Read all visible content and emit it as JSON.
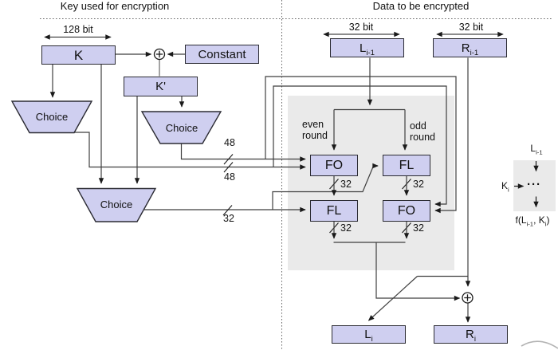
{
  "headers": {
    "left": "Key used for encryption",
    "right": "Data to be encrypted"
  },
  "measurements": {
    "key_width": "128 bit",
    "left_width": "32 bit",
    "right_width": "32 bit"
  },
  "key_schedule": {
    "k": "K",
    "constant": "Constant",
    "k_prime": "K'",
    "choice": "Choice",
    "ko_bits": "48",
    "ki_bits": "48",
    "kl_bits": "32"
  },
  "round_function": {
    "even_word1": "even",
    "even_word2": "round",
    "odd_word1": "odd",
    "odd_word2": "round",
    "fo": "FO",
    "fl": "FL",
    "bus32": "32"
  },
  "registers": {
    "l_in": {
      "main": "L",
      "sub": "i-1"
    },
    "r_in": {
      "main": "R",
      "sub": "i-1"
    },
    "l_out": {
      "main": "L",
      "sub": "i"
    },
    "r_out": {
      "main": "R",
      "sub": "i"
    }
  },
  "legend": {
    "input": {
      "main": "L",
      "sub": "i-1"
    },
    "key": {
      "main": "K",
      "sub": "i"
    },
    "dots": "···",
    "output": {
      "p1": "f(L",
      "sub1": "i-1",
      "p2": ", K",
      "sub2": "i",
      "p3": ")"
    }
  }
}
